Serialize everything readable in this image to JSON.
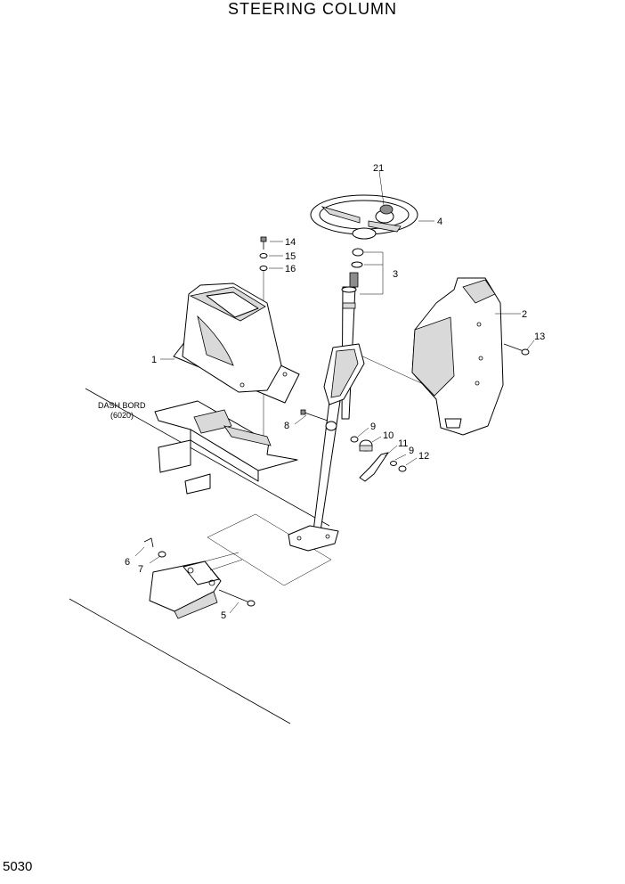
{
  "title": "STEERING COLUMN",
  "page_number": "5030",
  "dash_note": {
    "line1": "DASH BORD",
    "line2": "(6020)"
  },
  "callouts": {
    "c21": "21",
    "c4": "4",
    "c3": "3",
    "c14": "14",
    "c15": "15",
    "c16": "16",
    "c2": "2",
    "c13": "13",
    "c1": "1",
    "c8": "8",
    "c9a": "9",
    "c10": "10",
    "c11": "11",
    "c9b": "9",
    "c12": "12",
    "c6": "6",
    "c7": "7",
    "c5": "5"
  }
}
